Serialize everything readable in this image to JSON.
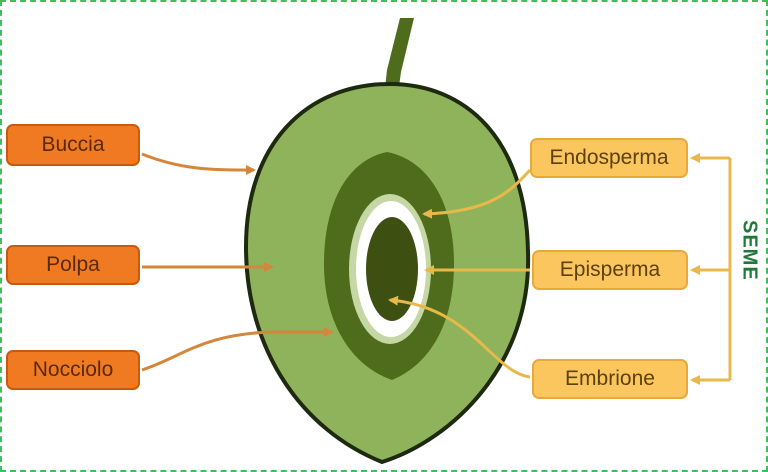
{
  "labels": {
    "buccia": "Buccia",
    "polpa": "Polpa",
    "nocciolo": "Nocciolo",
    "endosperma": "Endosperma",
    "episperma": "Episperma",
    "embrione": "Embrione",
    "seme": "SEME"
  },
  "colors": {
    "border_dashed": "#3fbf5a",
    "fruit_skin": "#1e2a10",
    "pulp": "#8fb35a",
    "stone": "#4e6c1c",
    "episperm_ring": "#ffffff",
    "endosperm_ring": "#c5d7a5",
    "embryo": "#3e4f12",
    "left_label_fill": "#f07a22",
    "right_label_fill": "#fcc65e",
    "left_arrow": "#d4863a",
    "right_arrow": "#e8b84a",
    "seme_text": "#1f7a3a"
  }
}
